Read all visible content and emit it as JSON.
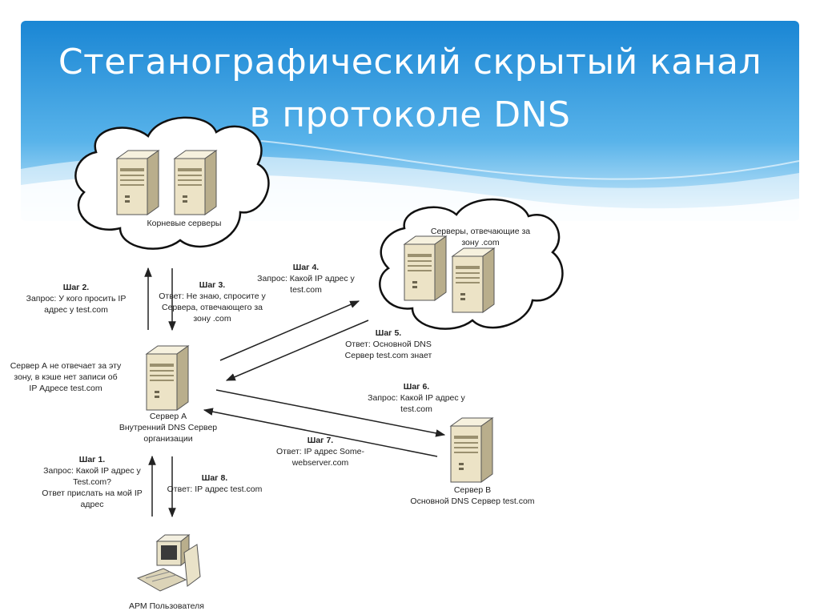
{
  "title": {
    "line1": "Стеганографический скрытый канал",
    "line2": "в протоколе DNS"
  },
  "nodes": {
    "root": {
      "label": "Корневые серверы"
    },
    "com": {
      "label_line1": "Серверы, отвечающие за",
      "label_line2": "зону .com"
    },
    "server_a": {
      "line1": "Сервер А",
      "line2": "Внутренний DNS Сервер",
      "line3": "организации"
    },
    "server_b": {
      "line1": "Сервер В",
      "line2": "Основной DNS Сервер test.com"
    },
    "workstation": {
      "label": "АРМ Пользователя"
    }
  },
  "notes": {
    "server_a_note": {
      "line1": "Сервер А не отвечает за эту",
      "line2": "зону, в кэше нет записи об",
      "line3": "IP Адресе test.com"
    }
  },
  "steps": {
    "s1": {
      "title": "Шаг 1.",
      "line1": "Запрос: Какой IP адрес у",
      "line2": "Test.com?",
      "line3": "Ответ прислать на мой IP",
      "line4": "адрес"
    },
    "s2": {
      "title": "Шаг 2.",
      "line1": "Запрос: У кого просить IP",
      "line2": "адрес у test.com"
    },
    "s3": {
      "title": "Шаг 3.",
      "line1": "Ответ: Не знаю, спросите у",
      "line2": "Сервера, отвечающего за",
      "line3": "зону .com"
    },
    "s4": {
      "title": "Шаг 4.",
      "line1": "Запрос: Какой IP адрес у",
      "line2": "test.com"
    },
    "s5": {
      "title": "Шаг 5.",
      "line1": "Ответ: Основной DNS",
      "line2": "Сервер test.com знает"
    },
    "s6": {
      "title": "Шаг 6.",
      "line1": "Запрос: Какой IP адрес у",
      "line2": "test.com"
    },
    "s7": {
      "title": "Шаг 7.",
      "line1": "Ответ: IP адрес Some-",
      "line2": "webserver.com"
    },
    "s8": {
      "title": "Шаг 8.",
      "line1": "Ответ: IP адрес test.com"
    }
  },
  "colors": {
    "banner_top": "#1e90d8",
    "banner_bottom": "#bfe4f8",
    "arrow": "#222222",
    "cloud_stroke": "#111111",
    "server_body": "#efe7cf"
  }
}
